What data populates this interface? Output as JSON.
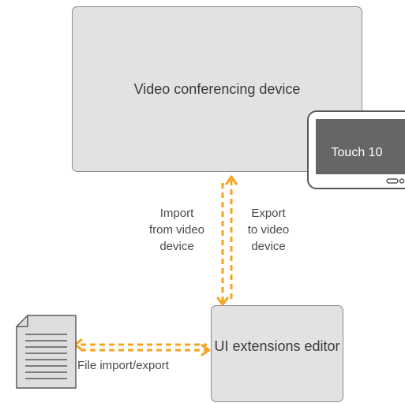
{
  "nodes": {
    "device": "Video conferencing device",
    "touch_panel": "Touch 10",
    "editor": "UI extensions editor"
  },
  "flows": {
    "import": "Import\nfrom video\ndevice",
    "export": "Export\nto video\ndevice",
    "file": "File import/export"
  },
  "colors": {
    "arrow": "#f4a323",
    "box_fill": "#e2e2e2",
    "box_border": "#8c8c8c",
    "touch_screen": "#666666"
  },
  "icons": [
    "document-icon",
    "touch-panel-icon"
  ]
}
